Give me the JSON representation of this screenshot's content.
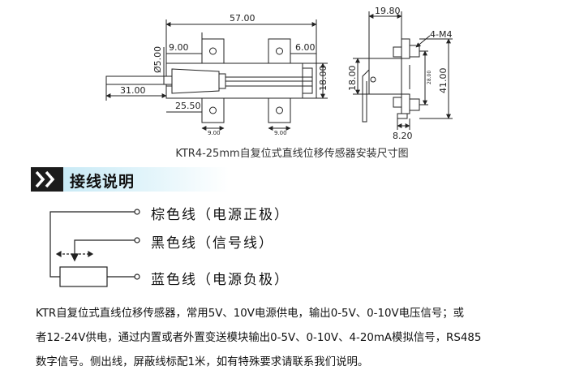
{
  "dimensions": {
    "total_length": "57.00",
    "rod_length": "31.00",
    "rod_diameter": "Ø5.00",
    "left_offset": "9.00",
    "right_offset": "6.00",
    "height": "18.00",
    "slot_distance": "25.50",
    "slot_width_left": "9.00",
    "slot_width_right": "9.00",
    "side_width": "19.80",
    "side_height_left": "18.00",
    "total_height": "41.00",
    "hole_spacing": "28.00",
    "bottom_width": "8.20",
    "screw_spec": "4-M4"
  },
  "caption": "KTR4-25mm自复位式直线位移传感器安装尺寸图",
  "section_title": "接线说明",
  "wires": [
    {
      "label": "棕色线（电源正极）",
      "color": "#8b4513"
    },
    {
      "label": "黑色线（信号线）",
      "color": "#111111"
    },
    {
      "label": "蓝色线（电源负极）",
      "color": "#1f4fbf"
    }
  ],
  "description": [
    "KTR自复位式直线位移传感器，常用5V、10V电源供电，输出0-5V、0-10V电压信号；或",
    "者12-24V供电，通过内置或者外置变送模块输出0-5V、0-10V、4-20mA模拟信号，RS485",
    "数字信号。侧出线，屏蔽线标配1米，如有特殊要求请联系我们说明。"
  ]
}
